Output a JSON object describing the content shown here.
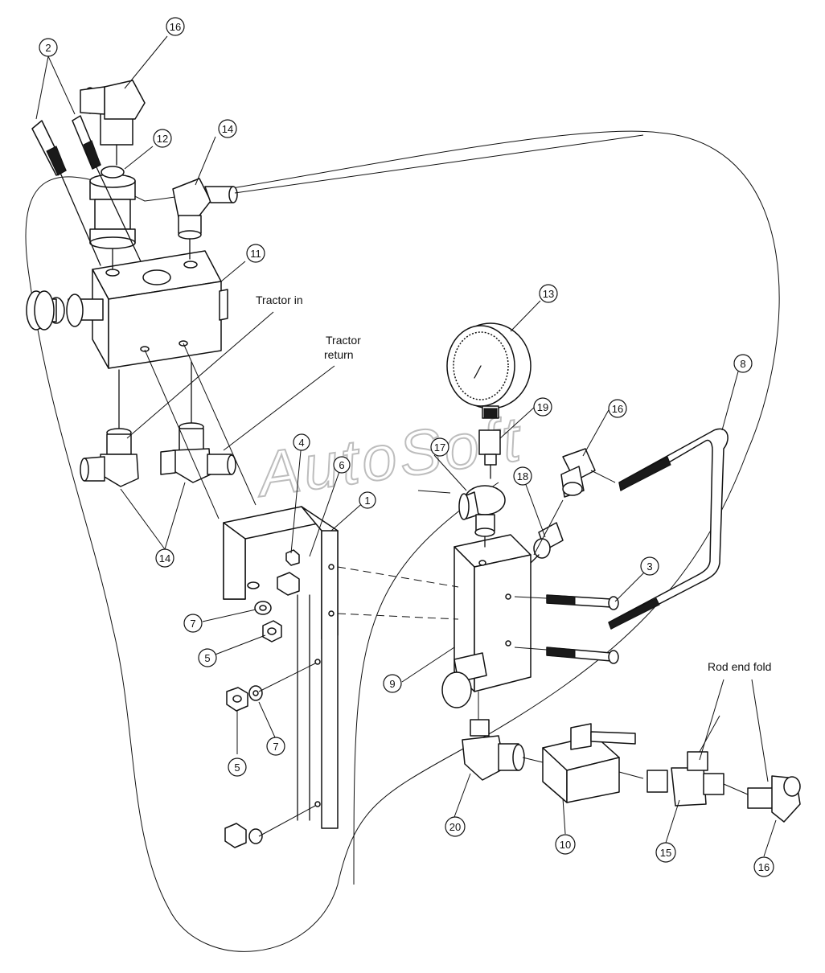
{
  "labels": {
    "tractor_in": "Tractor in",
    "tractor_return_1": "Tractor",
    "tractor_return_2": "return",
    "rod_end_fold": "Rod end fold"
  },
  "watermark": "AutoSoft",
  "callouts": {
    "c16a": "16",
    "c2": "2",
    "c12": "12",
    "c14a": "14",
    "c11": "11",
    "c13": "13",
    "c8": "8",
    "c19": "19",
    "c16b": "16",
    "c4": "4",
    "c6": "6",
    "c17": "17",
    "c1": "1",
    "c18": "18",
    "c14b": "14",
    "c3": "3",
    "c7a": "7",
    "c5a": "5",
    "c9": "9",
    "c7b": "7",
    "c5b": "5",
    "c20": "20",
    "c10": "10",
    "c15": "15",
    "c16c": "16"
  }
}
